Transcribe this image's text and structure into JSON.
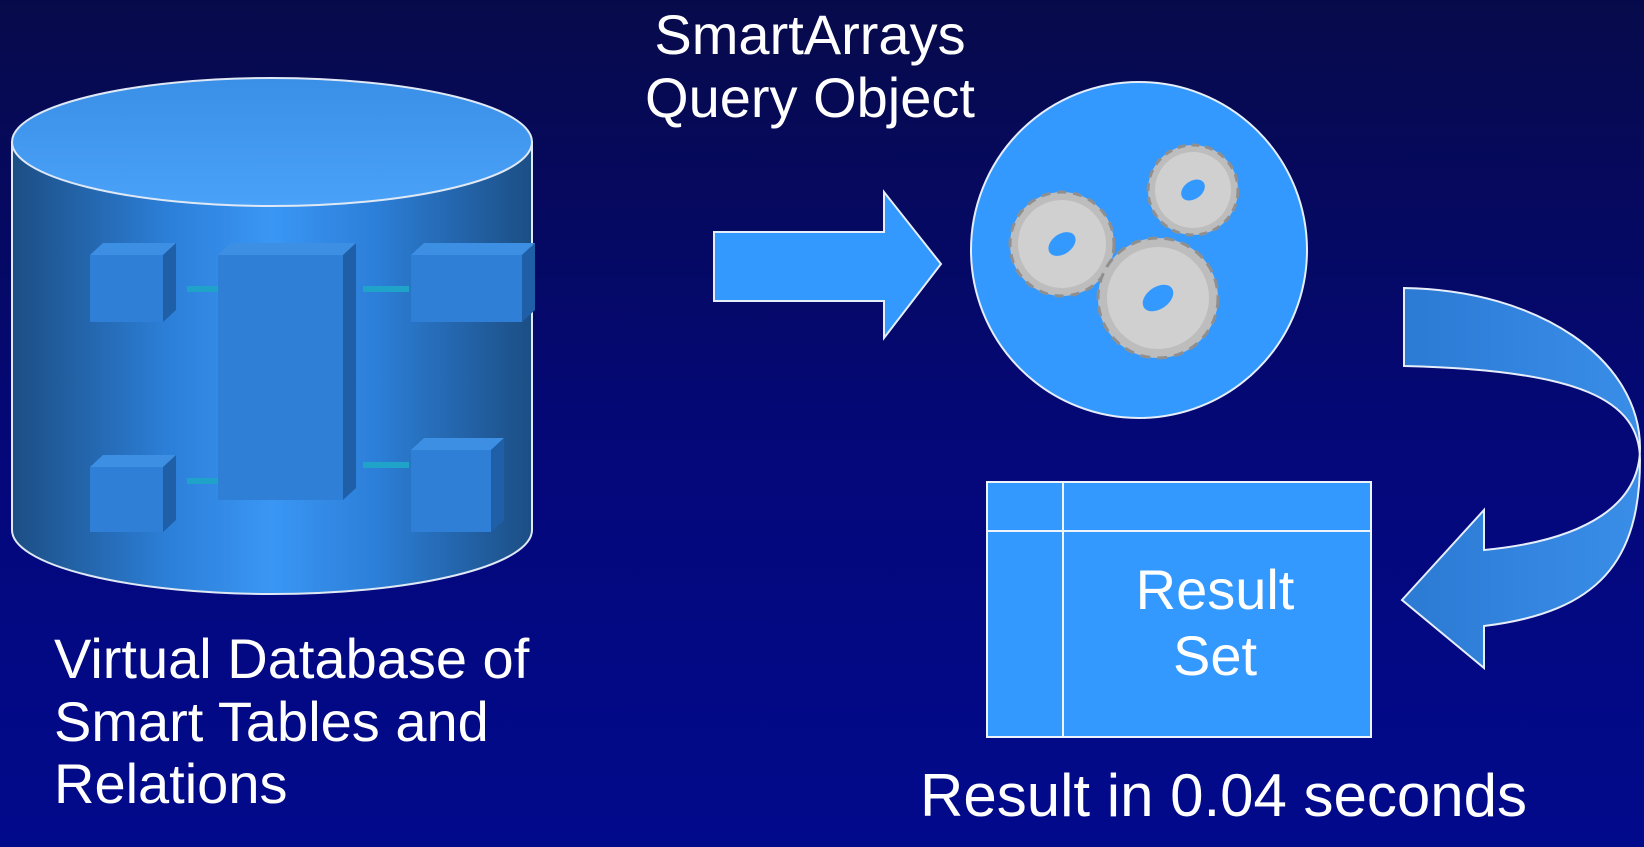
{
  "query": {
    "line1": "SmartArrays",
    "line2": "Query Object"
  },
  "database": {
    "line1": "Virtual Database of",
    "line2": "Smart Tables and",
    "line3": "Relations"
  },
  "result_set": {
    "line1": "Result",
    "line2": "Set"
  },
  "timing": {
    "text": "Result in 0.04 seconds"
  },
  "colors": {
    "background_top": "#070a4a",
    "background_bottom": "#020a8c",
    "accent": "#3399ff",
    "cylinder_edge": "#1f4f86",
    "table_block": "#2f7fd6",
    "link": "#1fa3c8",
    "gear": "#c8c8c8"
  },
  "icons": [
    "database-cylinder",
    "gears-icon",
    "arrow-right",
    "curved-arrow",
    "result-table"
  ]
}
